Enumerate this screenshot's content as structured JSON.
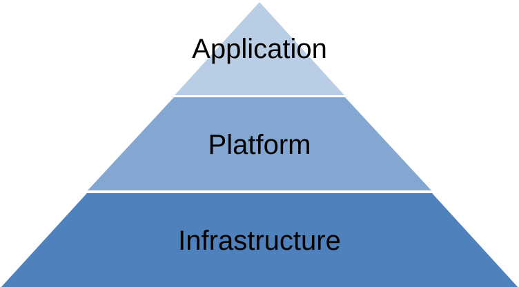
{
  "diagram": {
    "type": "pyramid",
    "layers": [
      {
        "label": "Application",
        "color": "#b9cde5"
      },
      {
        "label": "Platform",
        "color": "#84a7d2"
      },
      {
        "label": "Infrastructure",
        "color": "#4f81bd"
      }
    ],
    "separator_color": "#ffffff"
  }
}
